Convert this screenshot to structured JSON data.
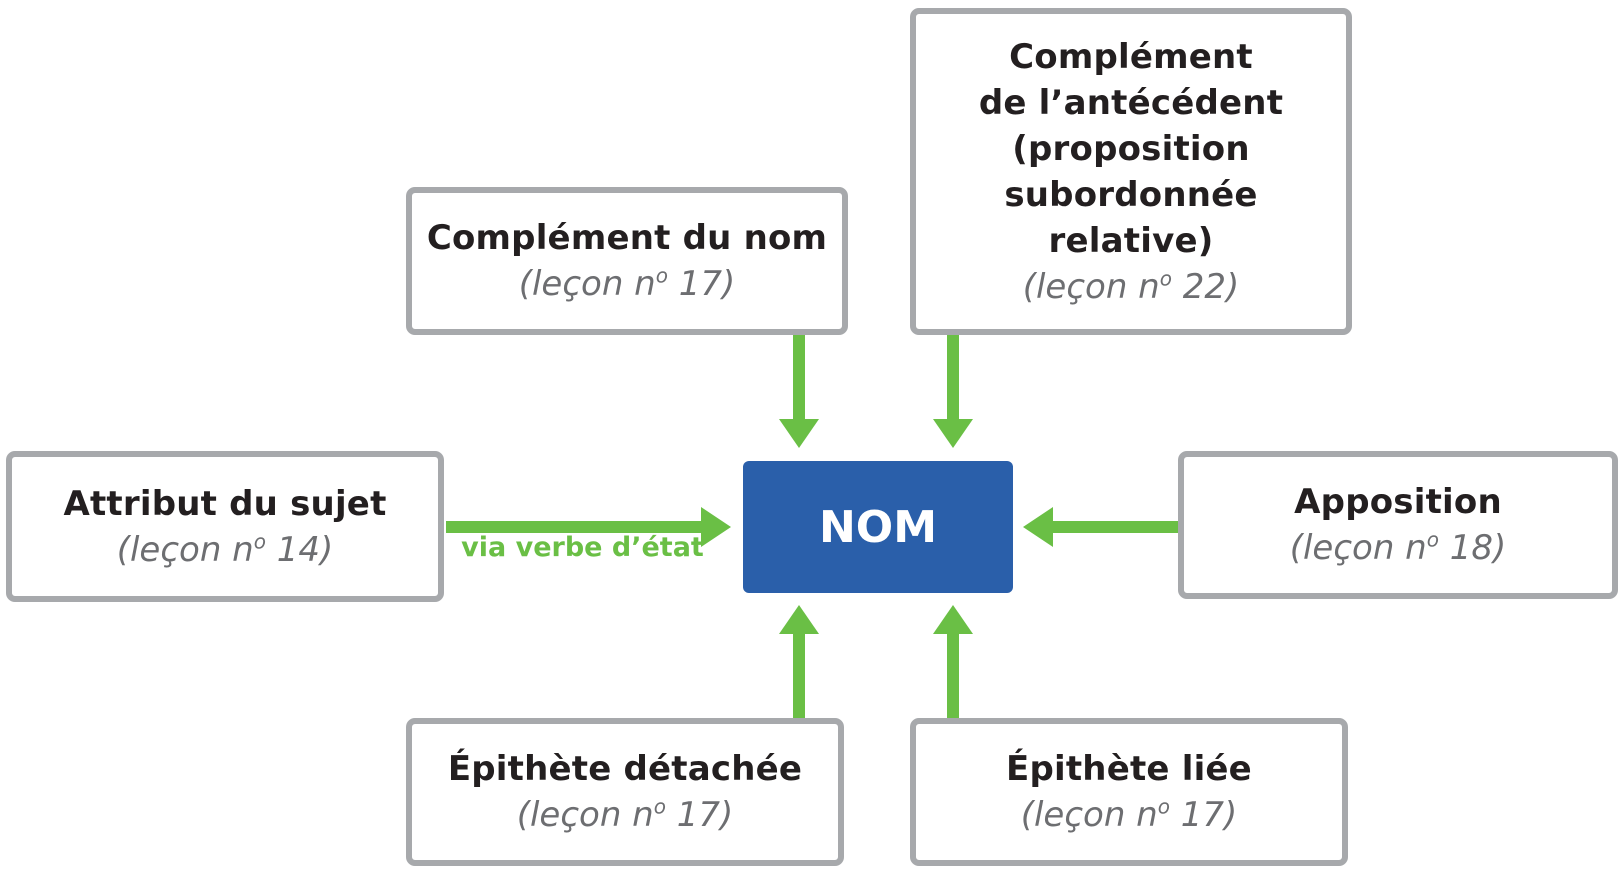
{
  "center": {
    "label": "NOM"
  },
  "connector_label": "via verbe d’état",
  "lesson_prefix": "leçon n",
  "lesson_ordinal": "o",
  "boxes": {
    "complement_nom": {
      "title": "Complément du nom",
      "lesson": "17"
    },
    "complement_antecedent": {
      "title": "Complément\nde l’antécédent\n(proposition\nsubordonnée\nrelative)",
      "lesson": "22"
    },
    "attribut_sujet": {
      "title": "Attribut du sujet",
      "lesson": "14"
    },
    "apposition": {
      "title": "Apposition",
      "lesson": "18"
    },
    "epithete_detachee": {
      "title": "Épithète détachée",
      "lesson": "17"
    },
    "epithete_liee": {
      "title": "Épithète liée",
      "lesson": "17"
    }
  },
  "colors": {
    "center_fill": "#2a5faa",
    "arrow": "#6abf45",
    "box_border": "#a7a9ac",
    "title_text": "#231f20",
    "lesson_text": "#6d6e71"
  }
}
